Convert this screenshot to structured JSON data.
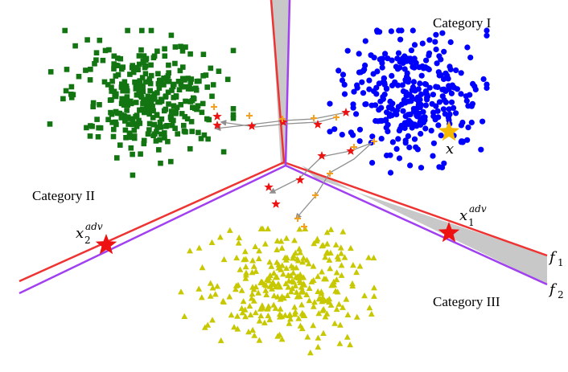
{
  "categories": {
    "c1": {
      "label": "Category I",
      "color": "#0000ff",
      "marker": "circle"
    },
    "c2": {
      "label": "Category II",
      "color": "#127512",
      "marker": "square"
    },
    "c3": {
      "label": "Category III",
      "color": "#c8c800",
      "marker": "triangle"
    }
  },
  "points": {
    "x": {
      "text": "x"
    },
    "x1": {
      "base": "x",
      "sub": "1",
      "sup": "adv"
    },
    "x2": {
      "base": "x",
      "sub": "2",
      "sup": "adv"
    }
  },
  "boundaries": {
    "f1": {
      "base": "f",
      "sub": "1",
      "color": "#ee2a2a"
    },
    "f2": {
      "base": "f",
      "sub": "2",
      "color": "#a040f0"
    }
  },
  "colors": {
    "gap_fill": "#c8c8c8",
    "star_adv": "#ee1111",
    "star_origin": "#f5b800",
    "cross": "#f5a020",
    "arrow": "#909090"
  }
}
